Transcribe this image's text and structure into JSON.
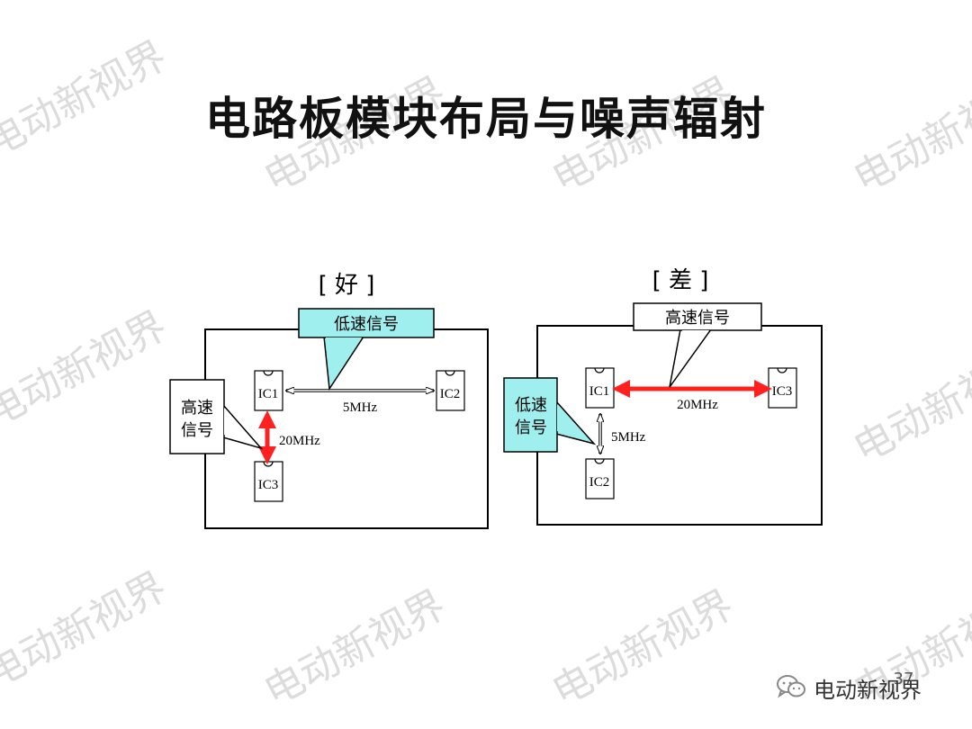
{
  "page": {
    "title": "电路板模块布局与噪声辐射",
    "watermark": "电动新视界",
    "page_number": "37"
  },
  "footer": {
    "brand": "电动新视界",
    "icon": "wechat-icon"
  },
  "diagrams": {
    "good": {
      "heading": "[ 好 ]",
      "ic1": "IC1",
      "ic2": "IC2",
      "ic3": "IC3",
      "low_speed_label": "低速信号",
      "high_speed_line1": "高速",
      "high_speed_line2": "信号",
      "freq_low": "5MHz",
      "freq_high": "20MHz"
    },
    "bad": {
      "heading": "[ 差 ]",
      "ic1": "IC1",
      "ic2": "IC2",
      "ic3": "IC3",
      "high_speed_label": "高速信号",
      "low_speed_line1": "低速",
      "low_speed_line2": "信号",
      "freq_low": "5MHz",
      "freq_high": "20MHz"
    }
  },
  "colors": {
    "callout_fill": "#9fefef",
    "high_speed_arrow": "#ff2020",
    "low_speed_arrow": "#ffffff",
    "watermark": "#dcdcdc"
  }
}
